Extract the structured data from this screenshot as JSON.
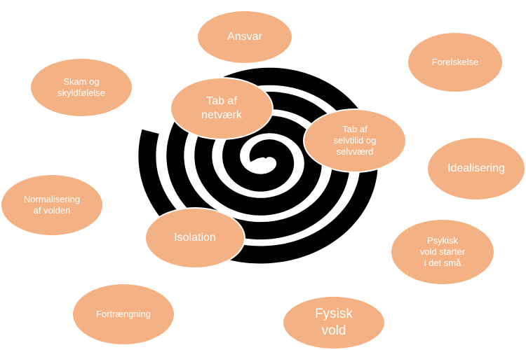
{
  "colors": {
    "spiral": "#000000",
    "bubble_fill": "#f4b183",
    "bubble_text": "#ffffff",
    "background": "#ffffff"
  },
  "stages": [
    {
      "id": "ansvar",
      "label": "Ansvar"
    },
    {
      "id": "forelskelse",
      "label": "Forelskelse"
    },
    {
      "id": "skam",
      "label": "Skam og\nskyldfølelse"
    },
    {
      "id": "tab-netvaerk",
      "label": "Tab af\nnetværk"
    },
    {
      "id": "tab-selvtillid",
      "label": "Tab af\nselvtilid og\nselvværd"
    },
    {
      "id": "idealisering",
      "label": "Idealisering"
    },
    {
      "id": "normalisering",
      "label": "Normalisering\naf volden"
    },
    {
      "id": "isolation",
      "label": "Isolation"
    },
    {
      "id": "psykisk-vold",
      "label": "Psykisk\nvold starter\ni det små"
    },
    {
      "id": "fortraengning",
      "label": "Fortrængning"
    },
    {
      "id": "fysisk-vold",
      "label": "Fysisk\nvold"
    }
  ]
}
